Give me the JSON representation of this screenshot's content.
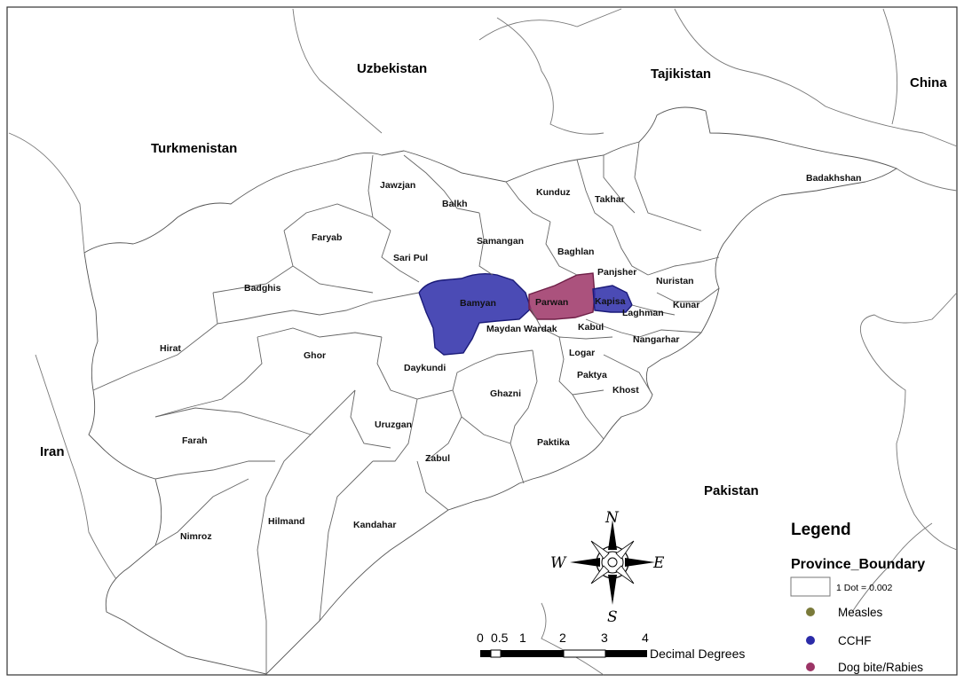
{
  "countries": {
    "uzbekistan": "Uzbekistan",
    "tajikistan": "Tajikistan",
    "china": "China",
    "turkmenistan": "Turkmenistan",
    "iran": "Iran",
    "pakistan": "Pakistan"
  },
  "provinces": {
    "jawzjan": "Jawzjan",
    "balkh": "Balkh",
    "kunduz": "Kunduz",
    "takhar": "Takhar",
    "badakhshan": "Badakhshan",
    "faryab": "Faryab",
    "sari_pul": "Sari Pul",
    "samangan": "Samangan",
    "baghlan": "Baghlan",
    "panjsher": "Panjsher",
    "nuristan": "Nuristan",
    "badghis": "Badghis",
    "bamyan": "Bamyan",
    "parwan": "Parwan",
    "kapisa": "Kapisa",
    "laghman": "Laghman",
    "kunar": "Kunar",
    "maydan_wardak": "Maydan Wardak",
    "kabul": "Kabul",
    "nangarhar": "Nangarhar",
    "hirat": "Hirat",
    "ghor": "Ghor",
    "daykundi": "Daykundi",
    "logar": "Logar",
    "paktya": "Paktya",
    "khost": "Khost",
    "ghazni": "Ghazni",
    "uruzgan": "Uruzgan",
    "farah": "Farah",
    "paktika": "Paktika",
    "zabul": "Zabul",
    "nimroz": "Nimroz",
    "hilmand": "Hilmand",
    "kandahar": "Kandahar"
  },
  "highlights": {
    "cchf": [
      "Bamyan",
      "Kapisa"
    ],
    "dog_bite_rabies": [
      "Parwan"
    ]
  },
  "legend": {
    "title": "Legend",
    "layer": "Province_Boundary",
    "dot_note": "1 Dot = 0.002",
    "items": [
      {
        "label": "Measles",
        "color": "#7a7a3a"
      },
      {
        "label": "CCHF",
        "color": "#2b2ba8"
      },
      {
        "label": "Dog bite/Rabies",
        "color": "#9c3466"
      }
    ]
  },
  "compass": {
    "n": "N",
    "s": "S",
    "e": "E",
    "w": "W"
  },
  "scale": {
    "ticks": [
      "0",
      "0.5",
      "1",
      "2",
      "3",
      "4"
    ],
    "unit": "Decimal Degrees"
  },
  "colors": {
    "cchf": "#2b2ba8",
    "rabies": "#9c3466",
    "boundary": "#555555"
  }
}
